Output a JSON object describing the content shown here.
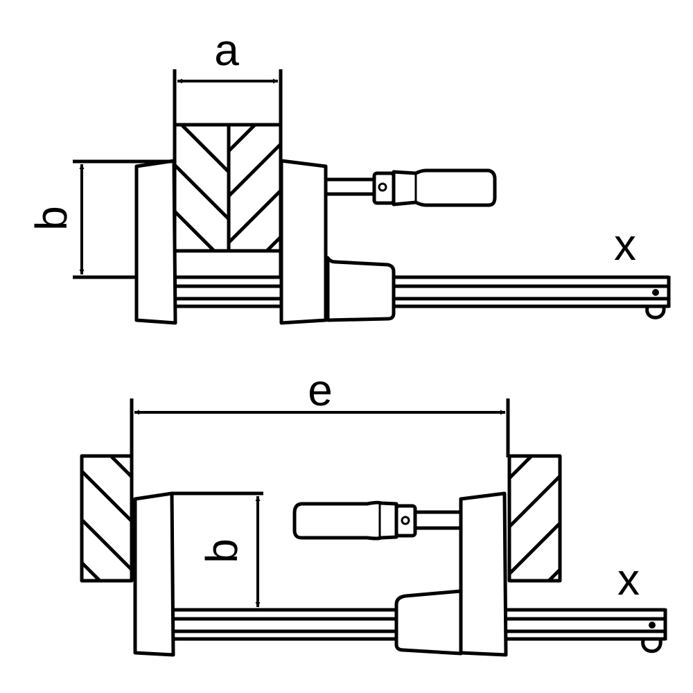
{
  "top_view": {
    "dim_width_label": "a",
    "dim_height_label": "b",
    "bar_length_label": "x"
  },
  "bottom_view": {
    "dim_opening_label": "e",
    "dim_height_label": "b",
    "bar_length_label": "x"
  },
  "colors": {
    "line": "#000000",
    "background": "#ffffff"
  }
}
